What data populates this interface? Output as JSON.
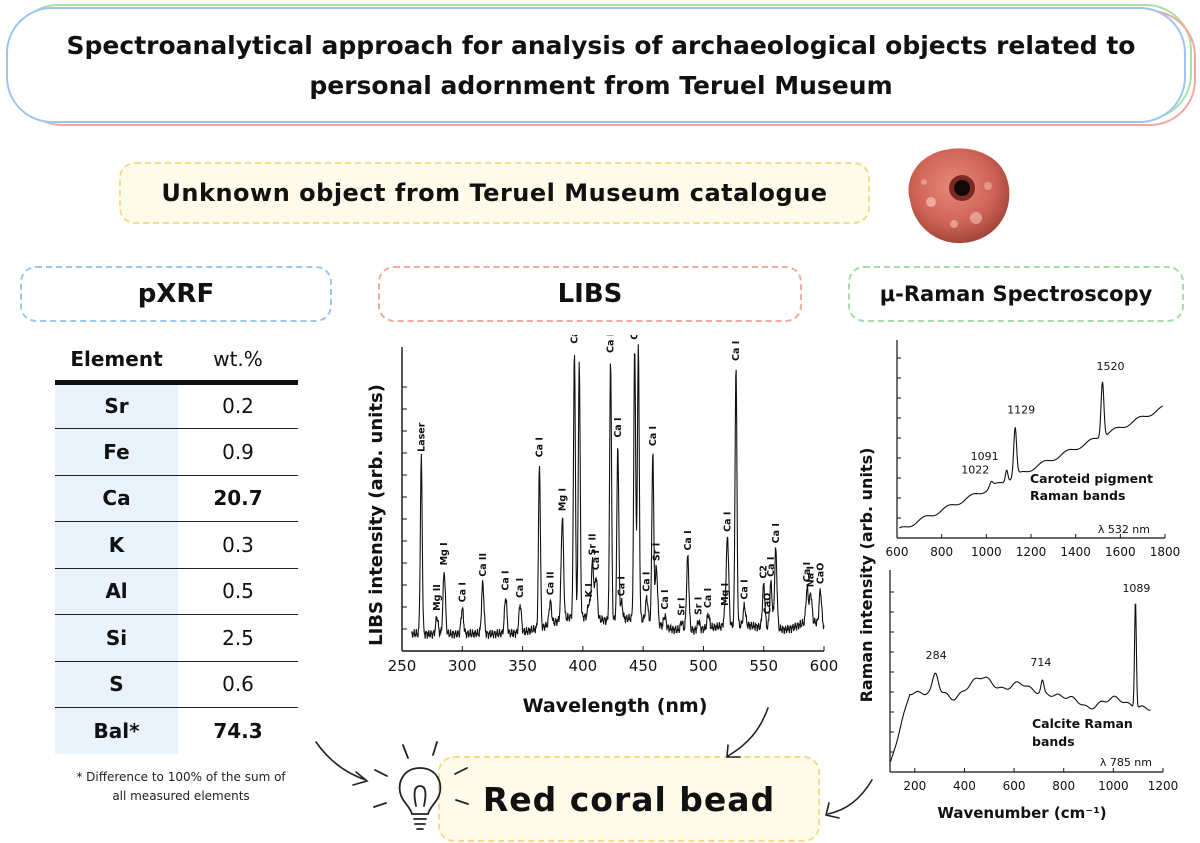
{
  "title": {
    "line1": "Spectroanalytical approach for analysis of archaeological objects related to",
    "line2": "personal adornment from Teruel Museum"
  },
  "unknown_object": "Unknown object from Teruel Museum catalogue",
  "sections": {
    "pxrf": "pXRF",
    "libs": "LIBS",
    "raman": "μ-Raman Spectroscopy"
  },
  "pxrf_table": {
    "headers": [
      "Element",
      "wt.%"
    ],
    "rows": [
      {
        "element": "Sr",
        "value": "0.2",
        "bold": false
      },
      {
        "element": "Fe",
        "value": "0.9",
        "bold": false
      },
      {
        "element": "Ca",
        "value": "20.7",
        "bold": true
      },
      {
        "element": "K",
        "value": "0.3",
        "bold": false
      },
      {
        "element": "Al",
        "value": "0.5",
        "bold": false
      },
      {
        "element": "Si",
        "value": "2.5",
        "bold": false
      },
      {
        "element": "S",
        "value": "0.6",
        "bold": false
      },
      {
        "element": "Bal*",
        "value": "74.3",
        "bold": true
      }
    ]
  },
  "footnote": {
    "line1": "* Difference to 100% of the sum of",
    "line2": "all measured elements"
  },
  "result": "Red coral bead",
  "colors": {
    "green_frame": "#a8e2a6",
    "red_frame": "#f3a7a0",
    "blue_frame": "#9ec5f0",
    "yellow_frame": "#f3dc8a",
    "table_header_cell": "#eaf3fc",
    "bead": "#d9695c"
  },
  "icons": [
    "lightbulb-icon",
    "arrow-icon"
  ],
  "chart_data": [
    {
      "type": "line",
      "name": "libs-spectrum",
      "xlabel": "Wavelength (nm)",
      "ylabel": "LIBS intensity (arb. units)",
      "xlim": [
        250,
        600
      ],
      "xticks": [
        250,
        300,
        350,
        400,
        450,
        500,
        550,
        600
      ],
      "yticks_labeled": false,
      "peaks": [
        {
          "x": 266,
          "h": 0.62,
          "label": "Laser"
        },
        {
          "x": 279,
          "h": 0.06,
          "label": "Mg II"
        },
        {
          "x": 285,
          "h": 0.22,
          "label": "Mg I"
        },
        {
          "x": 300,
          "h": 0.09,
          "label": "Ca I"
        },
        {
          "x": 317,
          "h": 0.18,
          "label": "Ca II"
        },
        {
          "x": 336,
          "h": 0.13,
          "label": "Ca I"
        },
        {
          "x": 348,
          "h": 0.1,
          "label": "Ca I"
        },
        {
          "x": 364,
          "h": 0.58,
          "label": "Ca I"
        },
        {
          "x": 373,
          "h": 0.08,
          "label": "Ca II"
        },
        {
          "x": 383,
          "h": 0.36,
          "label": "Mg I"
        },
        {
          "x": 393,
          "h": 0.94,
          "label": "Ca II"
        },
        {
          "x": 397,
          "h": 0.9,
          "label": ""
        },
        {
          "x": 405,
          "h": 0.05,
          "label": "K I"
        },
        {
          "x": 408,
          "h": 0.2,
          "label": "Sr II"
        },
        {
          "x": 411,
          "h": 0.15,
          "label": "Ca I"
        },
        {
          "x": 423,
          "h": 0.92,
          "label": "Ca I"
        },
        {
          "x": 429,
          "h": 0.62,
          "label": "Ca I"
        },
        {
          "x": 432,
          "h": 0.06,
          "label": "Ca I"
        },
        {
          "x": 443,
          "h": 0.96,
          "label": "Ca I"
        },
        {
          "x": 446,
          "h": 0.96,
          "label": ""
        },
        {
          "x": 453,
          "h": 0.08,
          "label": "Ca I"
        },
        {
          "x": 458,
          "h": 0.6,
          "label": "Ca I"
        },
        {
          "x": 461,
          "h": 0.2,
          "label": "Sr I"
        },
        {
          "x": 468,
          "h": 0.04,
          "label": "Ca I"
        },
        {
          "x": 482,
          "h": 0.03,
          "label": "Sr I"
        },
        {
          "x": 487,
          "h": 0.26,
          "label": "Ca I"
        },
        {
          "x": 496,
          "h": 0.03,
          "label": "Sr I"
        },
        {
          "x": 504,
          "h": 0.05,
          "label": "Ca I"
        },
        {
          "x": 518,
          "h": 0.05,
          "label": "Mg I"
        },
        {
          "x": 520,
          "h": 0.31,
          "label": "Ca I"
        },
        {
          "x": 527,
          "h": 0.91,
          "label": "Ca I"
        },
        {
          "x": 534,
          "h": 0.07,
          "label": "Ca I"
        },
        {
          "x": 550,
          "h": 0.15,
          "label": "C2"
        },
        {
          "x": 556,
          "h": 0.16,
          "label": "Ca I"
        },
        {
          "x": 560,
          "h": 0.28,
          "label": "Ca I"
        },
        {
          "x": 586,
          "h": 0.12,
          "label": "Ca I"
        },
        {
          "x": 589,
          "h": 0.1,
          "label": "Na I"
        },
        {
          "x": 597,
          "h": 0.12,
          "label": "CaO"
        }
      ],
      "band_label": "CaO"
    },
    {
      "type": "line",
      "name": "raman-532",
      "ylabel": "Raman intensity (arb. units)",
      "xlim": [
        600,
        1800
      ],
      "xticks": [
        600,
        800,
        1000,
        1200,
        1400,
        1600,
        1800
      ],
      "laser": "λ 532 nm",
      "annotation_line1": "Caroteid pigment",
      "annotation_line2": "Raman bands",
      "peaks": [
        {
          "x": 1022,
          "label": "1022"
        },
        {
          "x": 1091,
          "label": "1091"
        },
        {
          "x": 1129,
          "label": "1129"
        },
        {
          "x": 1520,
          "label": "1520"
        }
      ]
    },
    {
      "type": "line",
      "name": "raman-785",
      "xlabel": "Wavenumber (cm⁻¹)",
      "xlim": [
        100,
        1200
      ],
      "xticks": [
        200,
        400,
        600,
        800,
        1000,
        1200
      ],
      "laser": "λ 785 nm",
      "annotation_line1": "Calcite Raman",
      "annotation_line2": "bands",
      "peaks": [
        {
          "x": 284,
          "label": "284"
        },
        {
          "x": 714,
          "label": "714"
        },
        {
          "x": 1089,
          "label": "1089"
        }
      ]
    }
  ]
}
